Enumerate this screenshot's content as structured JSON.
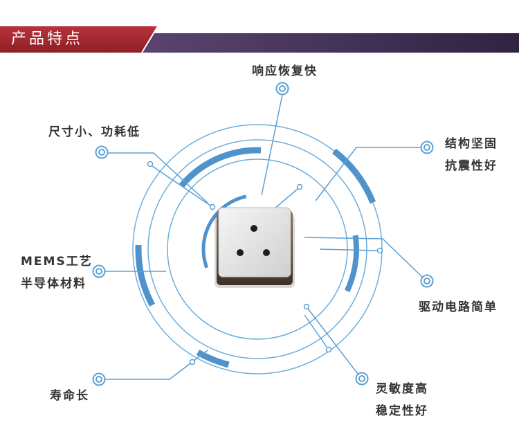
{
  "header": {
    "title": "产品特点"
  },
  "features": {
    "fast_response": [
      "响应恢复快"
    ],
    "small_size_low_power": [
      "尺寸小、功耗低"
    ],
    "sturdy_structure": [
      "结构坚固",
      "抗震性好"
    ],
    "mems_process": [
      "MEMS工艺",
      "半导体材料"
    ],
    "simple_drive_circuit": [
      "驱动电路简单"
    ],
    "long_life": [
      "寿命长"
    ],
    "high_sensitivity": [
      "灵敏度高",
      "稳定性好"
    ]
  },
  "icons": {
    "marker": "ring-marker-icon",
    "product": "mems-sensor-chip-icon"
  },
  "colors": {
    "header_red": "#a3262d",
    "header_purple": "#3b2a4f",
    "accent_blue": "#5a9fd4",
    "label_text": "#333333"
  }
}
